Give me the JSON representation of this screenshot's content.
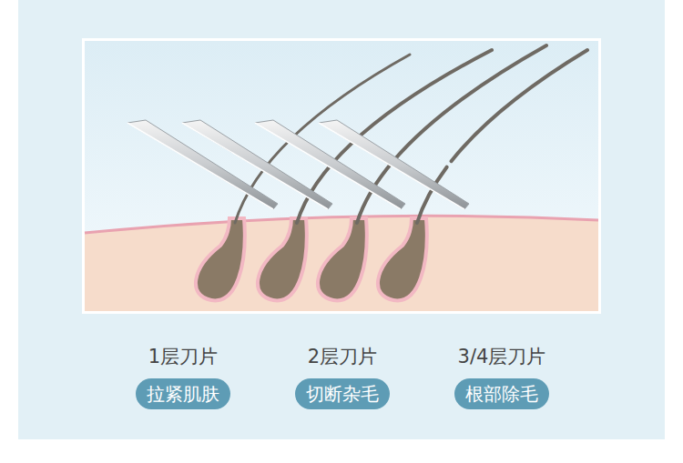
{
  "diagram": {
    "nodes": [
      {
        "text": [
          "1层刀片",
          "拉紧肌肤"
        ]
      },
      {
        "text": [
          "2层刀片",
          "切断杂毛"
        ]
      },
      {
        "text": [
          "3/4层刀片",
          "根部除毛"
        ]
      }
    ]
  }
}
